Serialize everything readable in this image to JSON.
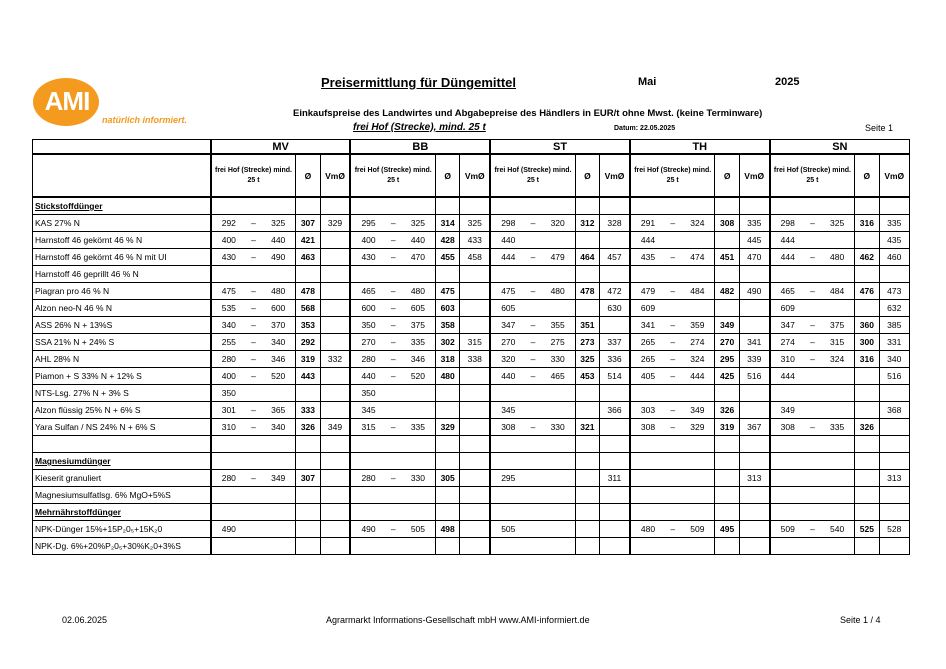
{
  "logo": {
    "text": "AMI",
    "tagline": "natürlich informiert."
  },
  "header": {
    "title": "Preisermittlung für Düngemittel",
    "month": "Mai",
    "year": "2025",
    "subtitle": "Einkaufspreise des Landwirtes und Abgabepreise des Händlers in EUR/t ohne Mwst. (keine Terminware)",
    "subline": "frei Hof (Strecke), mind. 25 t",
    "datum": "Datum: 22.05.2025",
    "seite": "Seite 1"
  },
  "regions": [
    "MV",
    "BB",
    "ST",
    "TH",
    "SN"
  ],
  "columns": {
    "range": "frei Hof (Strecke) mind. 25 t",
    "avg": "Ø",
    "vm": "VmØ"
  },
  "rows": [
    {
      "type": "section",
      "label": "Stickstoffdünger"
    },
    {
      "type": "product",
      "label": "KAS 27% N",
      "cells": [
        [
          "292",
          "325",
          "307",
          "329"
        ],
        [
          "295",
          "325",
          "314",
          "325"
        ],
        [
          "298",
          "320",
          "312",
          "328"
        ],
        [
          "291",
          "324",
          "308",
          "335"
        ],
        [
          "298",
          "325",
          "316",
          "335"
        ]
      ]
    },
    {
      "type": "product",
      "label": "Harnstoff 46 gekörnt  46 % N",
      "cells": [
        [
          "400",
          "440",
          "421",
          ""
        ],
        [
          "400",
          "440",
          "428",
          "433"
        ],
        [
          "440",
          "",
          "",
          ""
        ],
        [
          "444",
          "",
          "",
          "445"
        ],
        [
          "444",
          "",
          "",
          "435"
        ]
      ]
    },
    {
      "type": "product",
      "label": "Harnstoff 46 gekörnt  46 % N mit UI",
      "cells": [
        [
          "430",
          "490",
          "463",
          ""
        ],
        [
          "430",
          "470",
          "455",
          "458"
        ],
        [
          "444",
          "479",
          "464",
          "457"
        ],
        [
          "435",
          "474",
          "451",
          "470"
        ],
        [
          "444",
          "480",
          "462",
          "460"
        ]
      ]
    },
    {
      "type": "product",
      "label": "Harnstoff 46 geprillt  46 % N",
      "cells": [
        [
          "",
          "",
          "",
          ""
        ],
        [
          "",
          "",
          "",
          ""
        ],
        [
          "",
          "",
          "",
          ""
        ],
        [
          "",
          "",
          "",
          ""
        ],
        [
          "",
          "",
          "",
          ""
        ]
      ]
    },
    {
      "type": "product",
      "label": "Piagran pro            46 % N",
      "cells": [
        [
          "475",
          "480",
          "478",
          ""
        ],
        [
          "465",
          "480",
          "475",
          ""
        ],
        [
          "475",
          "480",
          "478",
          "472"
        ],
        [
          "479",
          "484",
          "482",
          "490"
        ],
        [
          "465",
          "484",
          "476",
          "473"
        ]
      ]
    },
    {
      "type": "product",
      "label": "Alzon neo-N           46 % N",
      "cells": [
        [
          "535",
          "600",
          "568",
          ""
        ],
        [
          "600",
          "605",
          "603",
          ""
        ],
        [
          "605",
          "",
          "",
          "630"
        ],
        [
          "609",
          "",
          "",
          ""
        ],
        [
          "609",
          "",
          "",
          "632"
        ]
      ]
    },
    {
      "type": "product",
      "label": "ASS 26% N + 13%S",
      "cells": [
        [
          "340",
          "370",
          "353",
          ""
        ],
        [
          "350",
          "375",
          "358",
          ""
        ],
        [
          "347",
          "355",
          "351",
          ""
        ],
        [
          "341",
          "359",
          "349",
          ""
        ],
        [
          "347",
          "375",
          "360",
          "385"
        ]
      ]
    },
    {
      "type": "product",
      "label": "SSA 21% N + 24% S",
      "cells": [
        [
          "255",
          "340",
          "292",
          ""
        ],
        [
          "270",
          "335",
          "302",
          "315"
        ],
        [
          "270",
          "275",
          "273",
          "337"
        ],
        [
          "265",
          "274",
          "270",
          "341"
        ],
        [
          "274",
          "315",
          "300",
          "331"
        ]
      ]
    },
    {
      "type": "product",
      "label": "AHL 28% N",
      "cells": [
        [
          "280",
          "346",
          "319",
          "332"
        ],
        [
          "280",
          "346",
          "318",
          "338"
        ],
        [
          "320",
          "330",
          "325",
          "336"
        ],
        [
          "265",
          "324",
          "295",
          "339"
        ],
        [
          "310",
          "324",
          "316",
          "340"
        ]
      ]
    },
    {
      "type": "product",
      "label": "Piamon + S 33% N + 12% S",
      "cells": [
        [
          "400",
          "520",
          "443",
          ""
        ],
        [
          "440",
          "520",
          "480",
          ""
        ],
        [
          "440",
          "465",
          "453",
          "514"
        ],
        [
          "405",
          "444",
          "425",
          "516"
        ],
        [
          "444",
          "",
          "",
          "516"
        ]
      ]
    },
    {
      "type": "product",
      "label": "NTS-Lsg. 27% N + 3% S",
      "cells": [
        [
          "350",
          "",
          "",
          ""
        ],
        [
          "350",
          "",
          "",
          ""
        ],
        [
          "",
          "",
          "",
          ""
        ],
        [
          "",
          "",
          "",
          ""
        ],
        [
          "",
          "",
          "",
          ""
        ]
      ]
    },
    {
      "type": "product",
      "label": "Alzon flüssig  25% N + 6% S",
      "cells": [
        [
          "301",
          "365",
          "333",
          ""
        ],
        [
          "345",
          "",
          "",
          ""
        ],
        [
          "345",
          "",
          "",
          "366"
        ],
        [
          "303",
          "349",
          "326",
          ""
        ],
        [
          "349",
          "",
          "",
          "368"
        ]
      ]
    },
    {
      "type": "product",
      "label": "Yara Sulfan / NS  24% N + 6% S",
      "cells": [
        [
          "310",
          "340",
          "326",
          "349"
        ],
        [
          "315",
          "335",
          "329",
          ""
        ],
        [
          "308",
          "330",
          "321",
          ""
        ],
        [
          "308",
          "329",
          "319",
          "367"
        ],
        [
          "308",
          "335",
          "326",
          ""
        ]
      ]
    },
    {
      "type": "blank"
    },
    {
      "type": "section",
      "label": "Magnesiumdünger"
    },
    {
      "type": "product",
      "label": "Kieserit granuliert",
      "cells": [
        [
          "280",
          "349",
          "307",
          ""
        ],
        [
          "280",
          "330",
          "305",
          ""
        ],
        [
          "295",
          "",
          "",
          "311"
        ],
        [
          "",
          "",
          "",
          "313"
        ],
        [
          "",
          "",
          "",
          "313"
        ]
      ]
    },
    {
      "type": "product",
      "label": "Magnesiumsulfatlsg.  6% MgO+5%S",
      "cells": [
        [
          "",
          "",
          "",
          ""
        ],
        [
          "",
          "",
          "",
          ""
        ],
        [
          "",
          "",
          "",
          ""
        ],
        [
          "",
          "",
          "",
          ""
        ],
        [
          "",
          "",
          "",
          ""
        ]
      ]
    },
    {
      "type": "section",
      "label": "Mehrnährstoffdünger"
    },
    {
      "type": "product",
      "label": "NPK-Dünger 15%+15P₂0₅+15K₂0",
      "cells": [
        [
          "490",
          "",
          "",
          ""
        ],
        [
          "490",
          "505",
          "498",
          ""
        ],
        [
          "505",
          "",
          "",
          ""
        ],
        [
          "480",
          "509",
          "495",
          ""
        ],
        [
          "509",
          "540",
          "525",
          "528"
        ]
      ]
    },
    {
      "type": "product",
      "label": "NPK-Dg. 6%+20%P₂0₅+30%K₂0+3%S",
      "cells": [
        [
          "",
          "",
          "",
          ""
        ],
        [
          "",
          "",
          "",
          ""
        ],
        [
          "",
          "",
          "",
          ""
        ],
        [
          "",
          "",
          "",
          ""
        ],
        [
          "",
          "",
          "",
          ""
        ]
      ]
    }
  ],
  "footer": {
    "date": "02.06.2025",
    "center": "Agrarmarkt Informations-Gesellschaft mbH www.AMI-informiert.de",
    "page": "Seite 1 / 4"
  }
}
